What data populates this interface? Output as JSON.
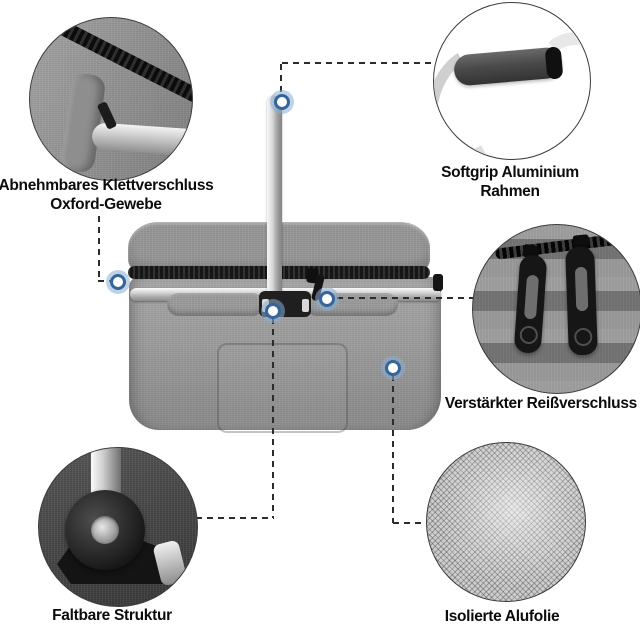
{
  "figure": {
    "kind": "product feature callout image",
    "subject": "foldable insulated picnic basket"
  },
  "callouts": {
    "velcro": {
      "label_line1": "Abnehmbares Klettverschluss",
      "label_line2": "Oxford-Gewebe"
    },
    "grip": {
      "label_line1": "Softgrip Aluminium",
      "label_line2": "Rahmen"
    },
    "zipper": {
      "label": "Verstärkter Reißverschluss"
    },
    "fold": {
      "label": "Faltbare Struktur"
    },
    "foil": {
      "label": "Isolierte Alufolie"
    }
  },
  "colors": {
    "background": "#ffffff",
    "hotspot_ring": "#35659c",
    "hotspot_glow": "#8caed2",
    "connector_line": "#2c2c2c",
    "fabric_gray": "#9b9b9b",
    "lid_gray": "#979797",
    "zipper_black": "#161616",
    "aluminium_silver": "#d9d9d9",
    "foil_gray": "#cdcdcd",
    "label_text": "#0c0c0c"
  }
}
